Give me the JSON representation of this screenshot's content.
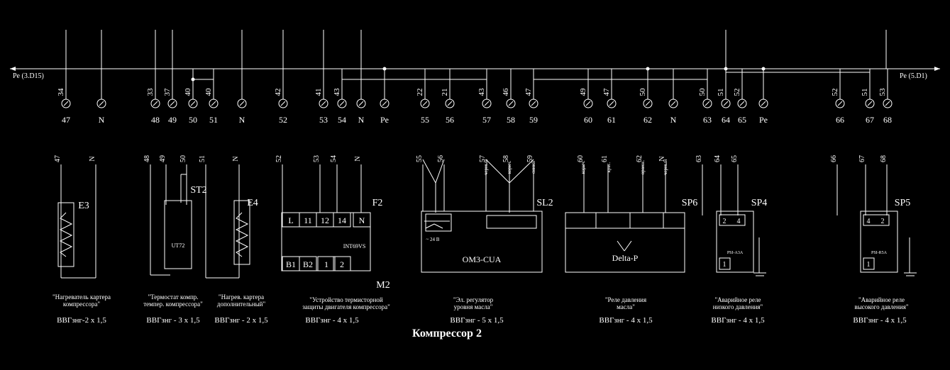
{
  "title": "Компрессор 2",
  "bus": {
    "left": "Pe (3.D15)",
    "right": "Pe (5.D1)"
  },
  "terminals": [
    {
      "wire": "34",
      "num": "47"
    },
    {
      "wire": "",
      "num": "N"
    },
    {
      "wire": "33",
      "num": "48"
    },
    {
      "wire": "37",
      "num": "49"
    },
    {
      "wire": "40",
      "num": "50"
    },
    {
      "wire": "40",
      "num": "51"
    },
    {
      "wire": "",
      "num": "N"
    },
    {
      "wire": "42",
      "num": "52"
    },
    {
      "wire": "41",
      "num": "53"
    },
    {
      "wire": "43",
      "num": "54"
    },
    {
      "wire": "",
      "num": "N"
    },
    {
      "wire": "",
      "num": "Pe"
    },
    {
      "wire": "22",
      "num": "55"
    },
    {
      "wire": "21",
      "num": "56"
    },
    {
      "wire": "43",
      "num": "57"
    },
    {
      "wire": "46",
      "num": "58"
    },
    {
      "wire": "47",
      "num": "59"
    },
    {
      "wire": "49",
      "num": "60"
    },
    {
      "wire": "47",
      "num": "61"
    },
    {
      "wire": "50",
      "num": "62"
    },
    {
      "wire": "",
      "num": "N"
    },
    {
      "wire": "50",
      "num": "63"
    },
    {
      "wire": "51",
      "num": "64"
    },
    {
      "wire": "52",
      "num": "65"
    },
    {
      "wire": "",
      "num": "Pe"
    },
    {
      "wire": "52",
      "num": "66"
    },
    {
      "wire": "51",
      "num": "67"
    },
    {
      "wire": "53",
      "num": "68"
    }
  ],
  "devices": [
    {
      "ref": "E3",
      "wires": [
        "47",
        "N"
      ],
      "desc": "\"Нагреватель картера\nкомпрессора\"",
      "cable": "ВВГзнг-2 х 1,5"
    },
    {
      "ref": "ST2",
      "wires": [
        "48",
        "49",
        "50"
      ],
      "part": "UT72",
      "desc": "\"Термостат компр.\nтемпер. компрессора\"",
      "cable": "ВВГзнг - 3 х 1,5"
    },
    {
      "ref": "E4",
      "wires": [
        "51",
        "N"
      ],
      "desc": "\"Нагрев. картера\nдополнительный\"",
      "cable": "ВВГзнг - 2 х 1,5"
    },
    {
      "ref": "F2",
      "ref2": "M2",
      "wires": [
        "52",
        "53",
        "54",
        "N"
      ],
      "part": "INT69VS",
      "pins": [
        "L",
        "11",
        "12",
        "14",
        "N",
        "B1",
        "B2",
        "1",
        "2"
      ],
      "desc": "\"Устройство термисторной\nзащиты двигателя компрессора\"",
      "cable": "ВВГзнг - 4 х 1,5"
    },
    {
      "ref": "SL2",
      "wires": [
        "55",
        "56",
        "57",
        "58",
        "59"
      ],
      "colors": [
        "черный",
        "корич.",
        "синий"
      ],
      "part": "OM3-CUA",
      "supply": "~ 24 В",
      "desc": "\"Эл. регулятор\nуровня масла\"",
      "cable": "ВВГзнг - 5 х 1,5"
    },
    {
      "ref": "SP6",
      "wires": [
        "60",
        "61",
        "62",
        "N"
      ],
      "colors": [
        "корич.",
        "крас.",
        "оранж.",
        "черный"
      ],
      "part": "Delta-P",
      "desc": "\"Реле давления\nмасла\"",
      "cable": "ВВГзнг - 4 х 1,5"
    },
    {
      "ref": "SP4",
      "wires": [
        "63",
        "64",
        "65"
      ],
      "part": "PSI-A3A",
      "pins": [
        "2",
        "4",
        "1"
      ],
      "desc": "\"Аварийное реле\nнизкого давления\"",
      "cable": "ВВГзнг - 4 х 1,5"
    },
    {
      "ref": "SP5",
      "wires": [
        "66",
        "67",
        "68"
      ],
      "part": "PSI-R5A",
      "pins": [
        "4",
        "2",
        "1"
      ],
      "desc": "\"Аварийное реле\nвысокого давления\"",
      "cable": "ВВГзнг - 4 х 1,5"
    }
  ]
}
